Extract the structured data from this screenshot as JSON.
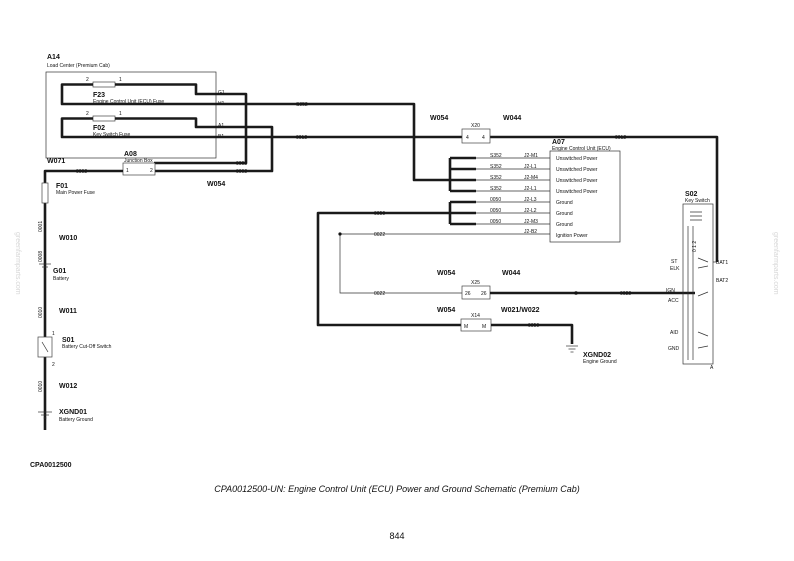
{
  "figure": {
    "id": "CPA0012500",
    "caption": "CPA0012500-UN: Engine Control Unit (ECU) Power and Ground Schematic (Premium Cab)",
    "page_number": "844"
  },
  "watermark": "greenfarmparts.com",
  "components": {
    "a14": {
      "ref": "A14",
      "name": "Load Center (Premium Cab)"
    },
    "f23": {
      "ref": "F23",
      "name": "Engine Control Unit (ECU) Fuse",
      "pin1": "1",
      "pin2": "2"
    },
    "f02": {
      "ref": "F02",
      "name": "Key Switch Fuse",
      "pin1": "1",
      "pin2": "2"
    },
    "a08": {
      "ref": "A08",
      "name": "Junction Box",
      "pin1": "1",
      "pin2": "2"
    },
    "f01": {
      "ref": "F01",
      "name": "Main Power Fuse"
    },
    "g01": {
      "ref": "G01",
      "name": "Battery"
    },
    "s01": {
      "ref": "S01",
      "name": "Battery Cut-Off Switch",
      "pin1": "1",
      "pin2": "2"
    },
    "xgnd01": {
      "ref": "XGND01",
      "name": "Battery Ground"
    },
    "a07": {
      "ref": "A07",
      "name": "Engine Control Unit (ECU)"
    },
    "s02": {
      "ref": "S02",
      "name": "Key Switch",
      "bat1": "BAT1",
      "bat2": "BAT2",
      "ign": "IGN",
      "st": "ST",
      "elk": "ELK",
      "acc": "ACC",
      "aid": "AID",
      "gnd": "GND",
      "a": "A",
      "pins": "0 1 2"
    },
    "xgnd02": {
      "ref": "XGND02",
      "name": "Engine Ground"
    },
    "x20": {
      "ref": "X20",
      "pin_l": "4",
      "pin_r": "4"
    },
    "x25": {
      "ref": "X25",
      "pin_l": "26",
      "pin_r": "26"
    },
    "x14": {
      "ref": "X14",
      "pin_l": "M",
      "pin_r": "M"
    }
  },
  "load_center_pins": [
    "G1",
    "H1",
    "A1",
    "B1"
  ],
  "harness": {
    "w054_a": "W054",
    "w044_a": "W044",
    "w054_b": "W054",
    "w044_b": "W044",
    "w054_c": "W054",
    "w021": "W021/W022",
    "w054_d": "W054",
    "w071": "W071",
    "w010": "W010",
    "w011": "W011",
    "w012": "W012"
  },
  "ecu_pins": [
    {
      "wire": "S352",
      "pin": "J2-M1",
      "label": "Unswitched Power"
    },
    {
      "wire": "S352",
      "pin": "J2-L1",
      "label": "Unswitched Power"
    },
    {
      "wire": "S352",
      "pin": "J2-M4",
      "label": "Unswitched Power"
    },
    {
      "wire": "S352",
      "pin": "J2-L1",
      "label": "Unswitched Power"
    },
    {
      "wire": "0050",
      "pin": "J2-L3",
      "label": "Ground"
    },
    {
      "wire": "0050",
      "pin": "J2-L2",
      "label": "Ground"
    },
    {
      "wire": "0050",
      "pin": "J2-M3",
      "label": "Ground"
    },
    {
      "wire": "0022",
      "pin": "J2-B2",
      "label": "Ignition Power"
    }
  ],
  "wires": {
    "s352": "S352",
    "w0012a": "0012",
    "w0012b": "0012",
    "w0002a": "0002",
    "w0002b": "0002",
    "w0002c": "0002",
    "w0050a": "0050",
    "w0050b": "0050",
    "w0022a": "0022",
    "w0022b": "0022",
    "w0022c": "0022",
    "w0001": "0001",
    "w0008": "0008",
    "w0010a": "0010",
    "w0010b": "0010"
  }
}
